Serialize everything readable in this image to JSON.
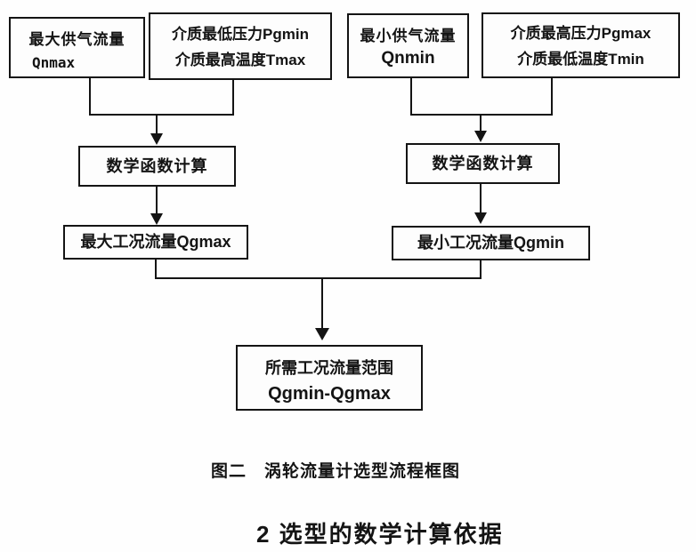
{
  "flowchart": {
    "inputs": [
      {
        "line1": "最大供气流量",
        "line2": "Qnmax"
      },
      {
        "line1": "介质最低压力Pgmin",
        "line2": "介质最高温度Tmax"
      },
      {
        "line1": "最小供气流量",
        "line2": "Qnmin"
      },
      {
        "line1": "介质最高压力Pgmax",
        "line2": "介质最低温度Tmin"
      }
    ],
    "math_left": "数学函数计算",
    "math_right": "数学函数计算",
    "qgmax": "最大工况流量Qgmax",
    "qgmin": "最小工况流量Qgmin",
    "result": {
      "line1": "所需工况流量范围",
      "line2": "Qgmin-Qgmax"
    }
  },
  "caption": "图二　涡轮流量计选型流程框图",
  "heading": "2 选型的数学计算依据",
  "colors": {
    "ink": "#141414",
    "paper": "#fefefe"
  }
}
